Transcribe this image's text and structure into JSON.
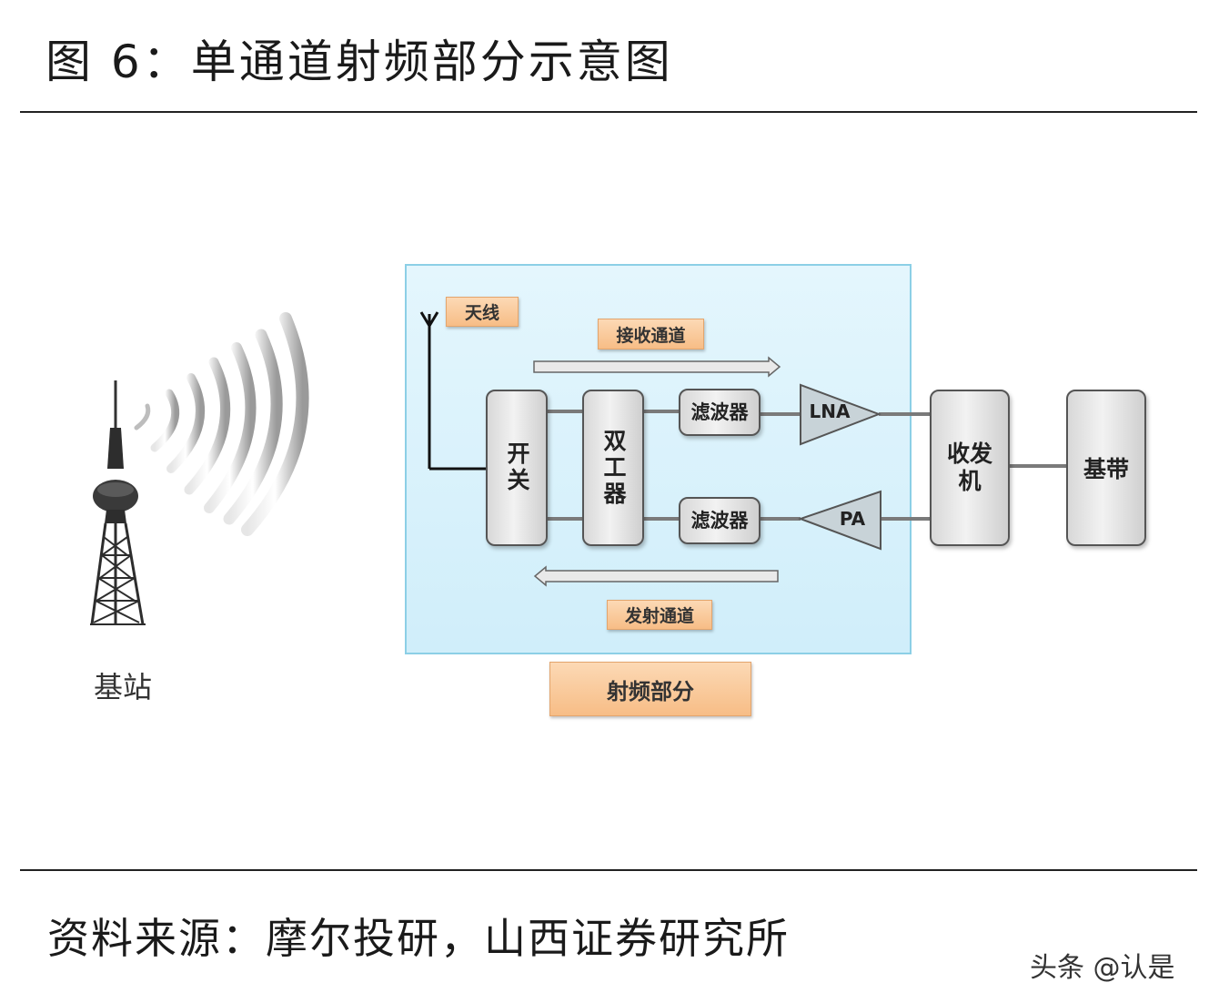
{
  "title": "图 6：单通道射频部分示意图",
  "source": "资料来源：摩尔投研，山西证券研究所",
  "watermark": "头条 @认是",
  "diagram": {
    "station_label": "基站",
    "antenna_label": "天线",
    "rx_path_label": "接收通道",
    "tx_path_label": "发射通道",
    "rf_section_label": "射频部分",
    "switch_label": "开关",
    "duplexer_label": "双工器",
    "filter_rx_label": "滤波器",
    "filter_tx_label": "滤波器",
    "lna_label": "LNA",
    "pa_label": "PA",
    "transceiver_label": "收发机",
    "baseband_label": "基带"
  },
  "colors": {
    "rf_panel_fill": "#d6f1fb",
    "rf_panel_border": "#8ccfe6",
    "tag_fill": "#f9c99a",
    "block_fill": "#e6e6e6"
  }
}
